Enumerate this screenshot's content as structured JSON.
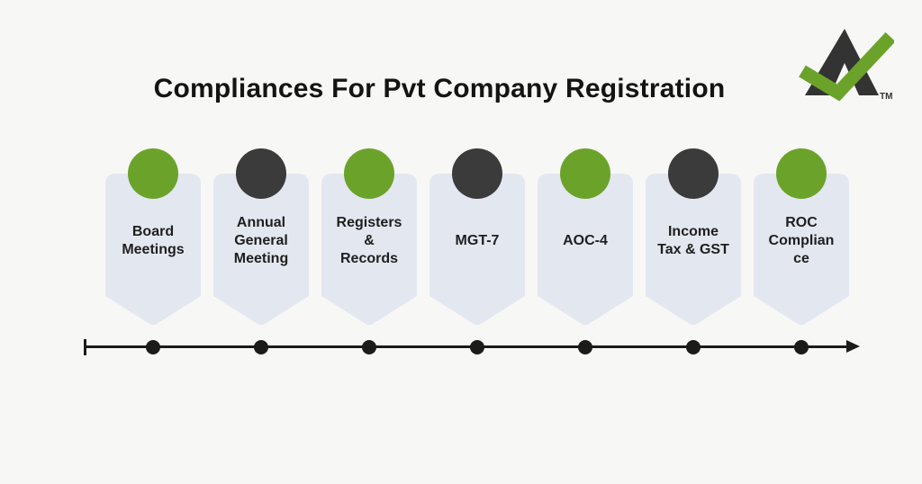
{
  "title": "Compliances For Pvt Company Registration",
  "logo": {
    "name": "company-logo-a-with-checkmark",
    "trademark": "TM",
    "letter_color": "#333333",
    "check_color": "#6BA32A"
  },
  "colors": {
    "page_background": "#F7F7F5",
    "card_background": "#E3E7F0",
    "accent_green": "#6BA32A",
    "accent_dark": "#3B3B3B",
    "timeline_line": "#1B1B1B",
    "title_text": "#141414",
    "card_text": "#1F1F1F"
  },
  "timeline": {
    "direction": "left-to-right-arrow",
    "items": [
      {
        "label": "Board Meetings",
        "marker_color_name": "green",
        "marker_color_hex": "#6BA32A"
      },
      {
        "label": "Annual General Meeting",
        "marker_color_name": "dark",
        "marker_color_hex": "#3B3B3B"
      },
      {
        "label": "Registers & Records",
        "marker_color_name": "green",
        "marker_color_hex": "#6BA32A"
      },
      {
        "label": "MGT-7",
        "marker_color_name": "dark",
        "marker_color_hex": "#3B3B3B"
      },
      {
        "label": "AOC-4",
        "marker_color_name": "green",
        "marker_color_hex": "#6BA32A"
      },
      {
        "label": "Income Tax & GST",
        "marker_color_name": "dark",
        "marker_color_hex": "#3B3B3B"
      },
      {
        "label": "ROC Compliance",
        "marker_color_name": "green",
        "marker_color_hex": "#6BA32A"
      }
    ]
  }
}
